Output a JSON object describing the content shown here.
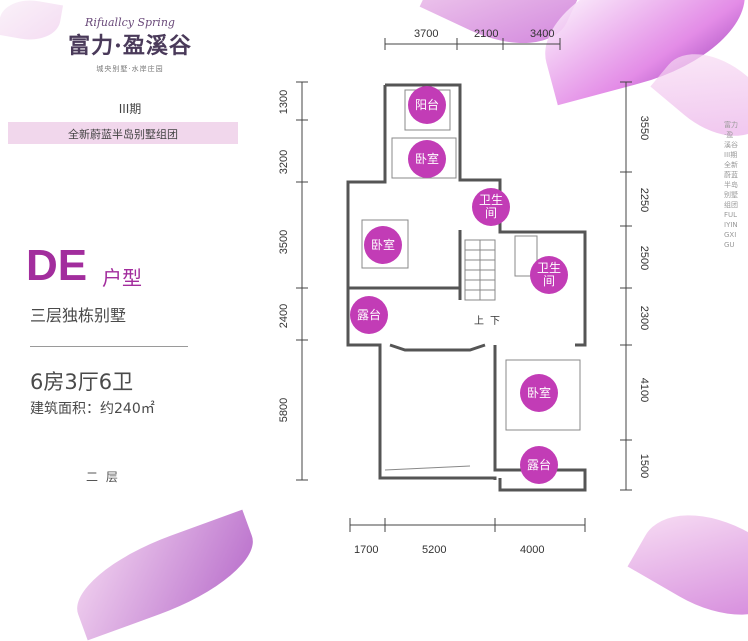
{
  "brand": {
    "script_name": "Rifuallcy Spring",
    "name": "富力·盈溪谷",
    "tagline": "城央别墅·水岸庄园"
  },
  "phase": "III期",
  "subtitle": "全新蔚蓝半岛别墅组团",
  "unit": {
    "code": "DE",
    "suffix": "户型",
    "type": "三层独栋别墅",
    "layout": "6房3厅6卫",
    "area": "建筑面积：约240㎡",
    "floor": "二 层"
  },
  "dimensions": {
    "top": [
      "3700",
      "2100",
      "3400"
    ],
    "bottom": [
      "1700",
      "5200",
      "4000"
    ],
    "left": [
      "1300",
      "3200",
      "3500",
      "2400",
      "5800"
    ],
    "right": [
      "3550",
      "2250",
      "2500",
      "2300",
      "4100",
      "1500"
    ]
  },
  "rooms": {
    "balcony": "阳台",
    "bedroom_top": "卧室",
    "bath_top": "卫生间",
    "bedroom_mid": "卧室",
    "bath_mid": "卫生间",
    "terrace_left": "露台",
    "bedroom_right": "卧室",
    "terrace_bottom": "露台"
  },
  "stair": {
    "up": "上",
    "down": "下"
  },
  "side_text": "富力·盈溪谷 III期 全新蔚蓝半岛别墅组团 FULIYINGXIGU"
}
